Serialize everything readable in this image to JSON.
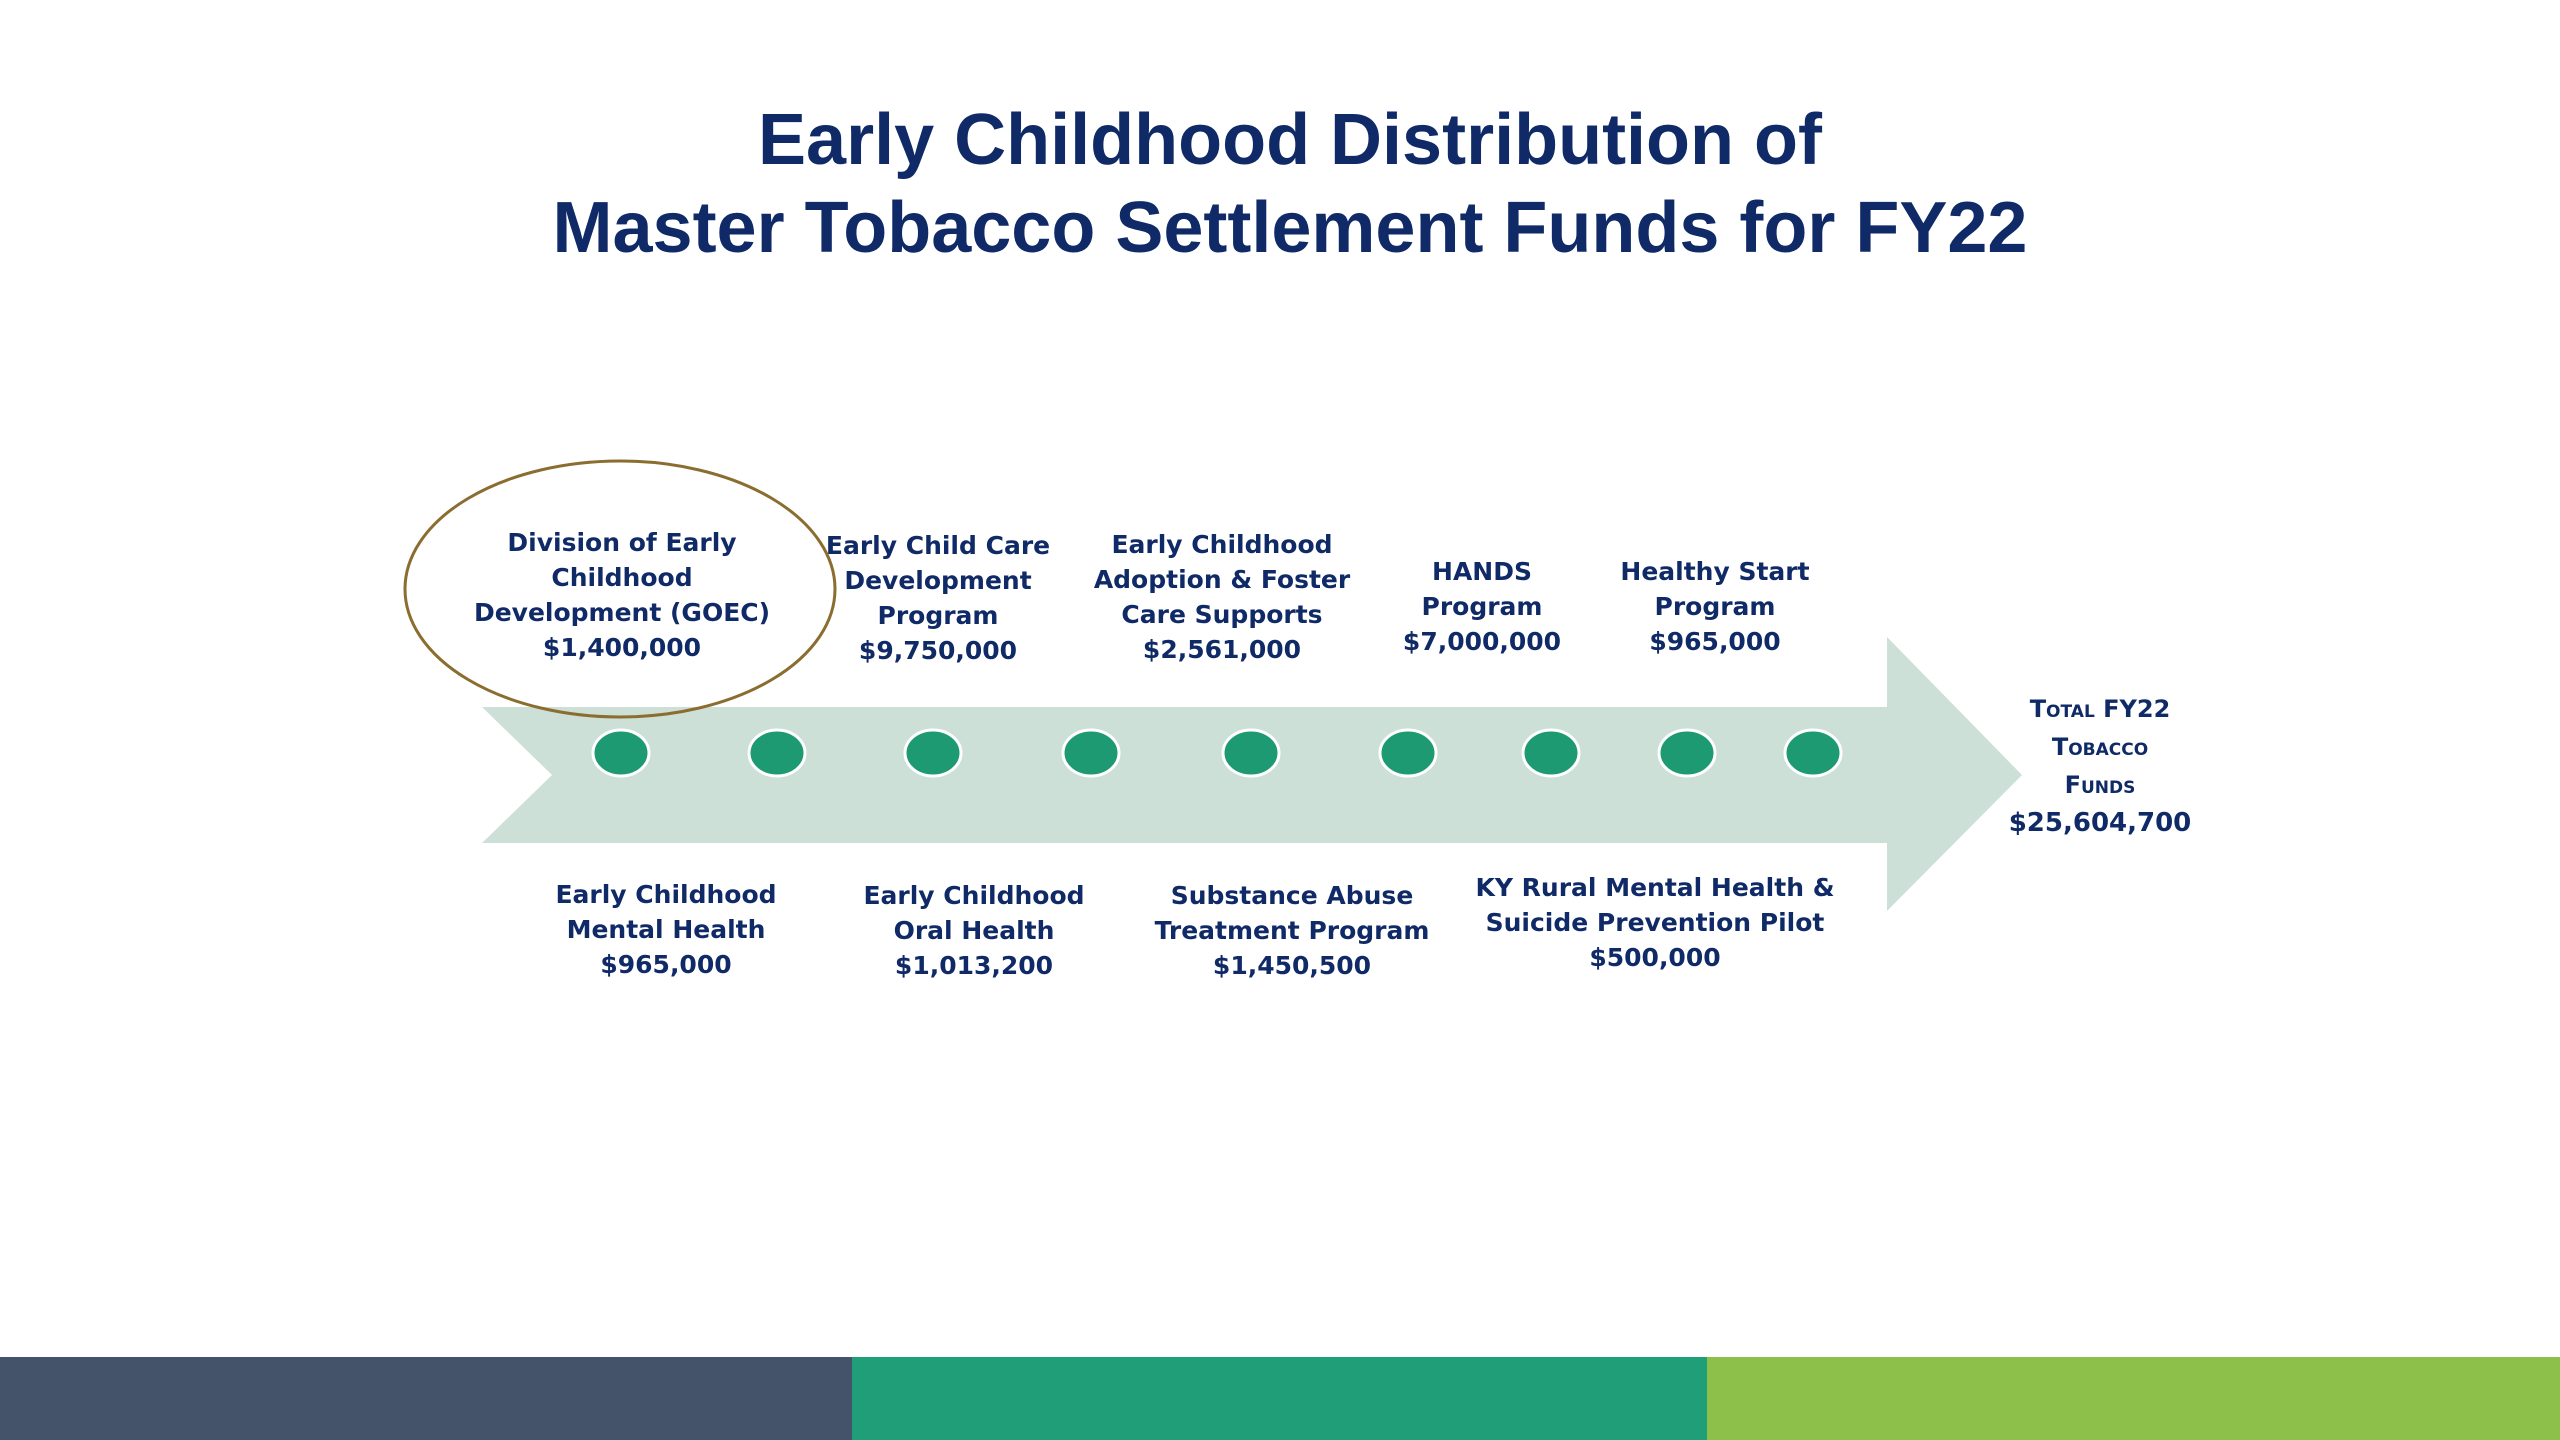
{
  "title": {
    "line1": "Early Childhood Distribution of",
    "line2": "Master Tobacco Settlement Funds for FY22"
  },
  "top_programs": [
    {
      "lines": [
        "Division of Early",
        "Childhood",
        "Development (GOEC)"
      ],
      "amount": "$1,400,000",
      "highlighted": true
    },
    {
      "lines": [
        "Early Child Care",
        "Development",
        "Program"
      ],
      "amount": "$9,750,000"
    },
    {
      "lines": [
        "Early Childhood",
        "Adoption & Foster",
        "Care Supports"
      ],
      "amount": "$2,561,000"
    },
    {
      "lines": [
        "HANDS",
        "Program"
      ],
      "amount": "$7,000,000"
    },
    {
      "lines": [
        "Healthy Start",
        "Program"
      ],
      "amount": "$965,000"
    }
  ],
  "bottom_programs": [
    {
      "lines": [
        "Early Childhood",
        "Mental Health"
      ],
      "amount": "$965,000"
    },
    {
      "lines": [
        "Early Childhood",
        "Oral Health"
      ],
      "amount": "$1,013,200"
    },
    {
      "lines": [
        "Substance Abuse",
        "Treatment Program"
      ],
      "amount": "$1,450,500"
    },
    {
      "lines": [
        "KY Rural Mental Health &",
        "Suicide Prevention Pilot"
      ],
      "amount": "$500,000"
    }
  ],
  "total": {
    "line1": "Total FY22",
    "line2": "Tobacco",
    "line3": "Funds",
    "amount": "$25,604,700"
  },
  "colors": {
    "title": "#0f2a66",
    "arrow": "#cde0d8",
    "dot": "#1e9a72",
    "highlight_ring": "#8a6d2f",
    "footer": [
      "#44526a",
      "#1f9e78",
      "#8dc04a"
    ]
  }
}
